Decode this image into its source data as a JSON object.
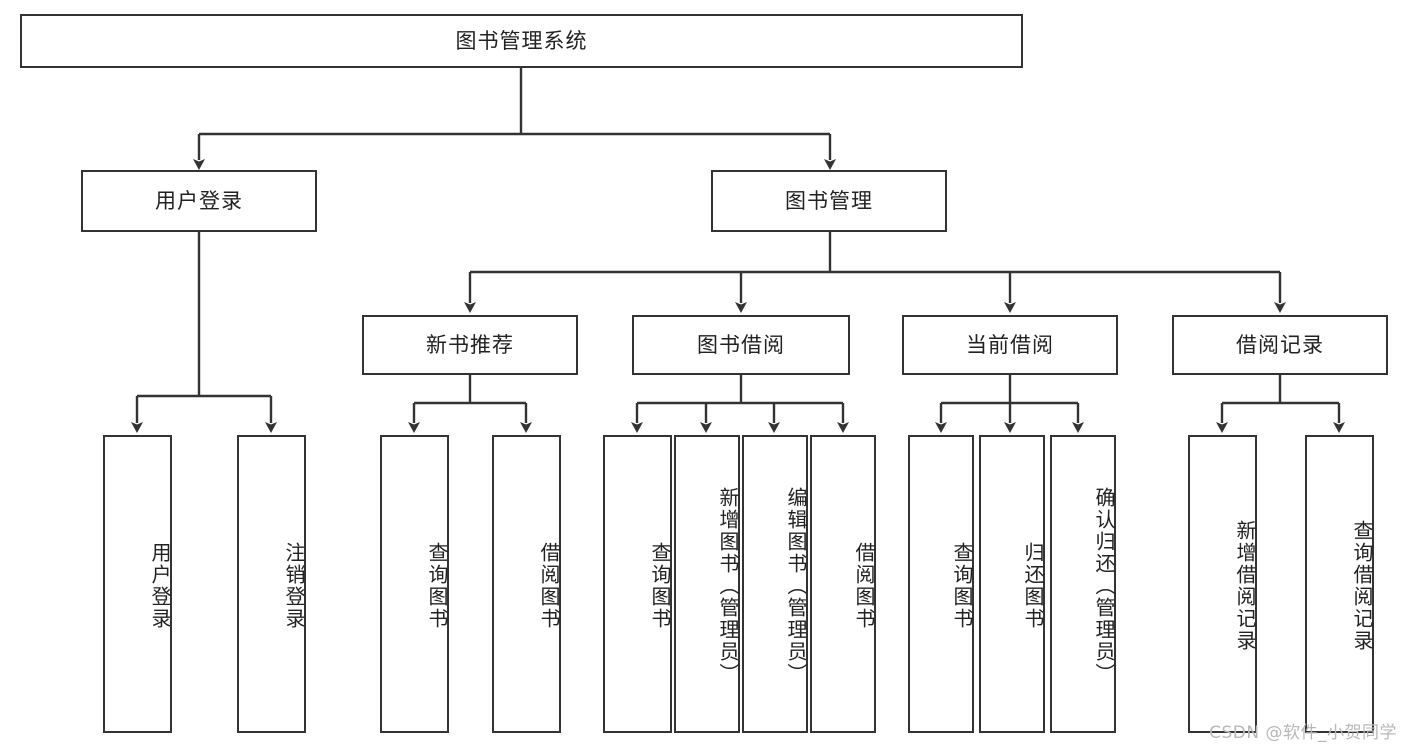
{
  "diagram": {
    "title": "图书管理系统",
    "root": {
      "label": "图书管理系统"
    },
    "level2": [
      {
        "label": "用户登录"
      },
      {
        "label": "图书管理"
      }
    ],
    "level3": [
      {
        "label": "新书推荐"
      },
      {
        "label": "图书借阅"
      },
      {
        "label": "当前借阅"
      },
      {
        "label": "借阅记录"
      }
    ],
    "leaves_user_login": [
      {
        "label": "用户登录"
      },
      {
        "label": "注销登录"
      }
    ],
    "leaves_new_book": [
      {
        "label": "查询图书"
      },
      {
        "label": "借阅图书"
      }
    ],
    "leaves_borrow": [
      {
        "label": "查询图书"
      },
      {
        "label": "新增图书（管理员）"
      },
      {
        "label": "编辑图书（管理员）"
      },
      {
        "label": "借阅图书"
      }
    ],
    "leaves_current": [
      {
        "label": "查询图书"
      },
      {
        "label": "归还图书"
      },
      {
        "label": "确认归还（管理员）"
      }
    ],
    "leaves_records": [
      {
        "label": "新增借阅记录"
      },
      {
        "label": "查询借阅记录"
      }
    ],
    "watermark": "CSDN @软件_小贺同学",
    "colors": {
      "stroke": "#333333",
      "text": "#222222",
      "background": "#ffffff",
      "watermark": "#b8b8b8"
    }
  }
}
